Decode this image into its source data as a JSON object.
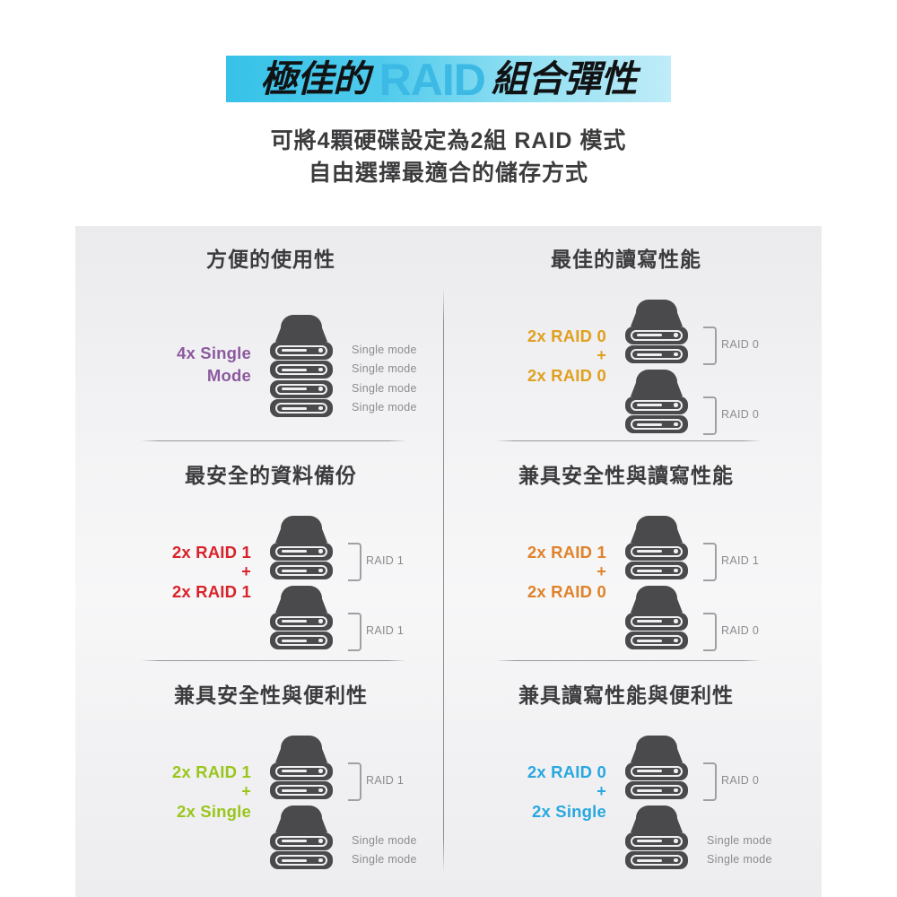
{
  "header": {
    "banner": {
      "prefix": "極佳的",
      "raid": "RAID",
      "suffix": "組合彈性"
    },
    "subtitle_line1": "可將4顆硬碟設定為2組 RAID 模式",
    "subtitle_line2": "自由選擇最適合的儲存方式"
  },
  "colors": {
    "banner_cyan": "#37c2e8",
    "raid_blue": "#3cb9e4",
    "purple": "#8b5a9e",
    "orange": "#e0a020",
    "red": "#d8232a",
    "green": "#9ac61c",
    "cyan": "#29a8e0",
    "panel_bg": "#f2f2f4",
    "device_dark": "#4a4a4c",
    "annot_gray": "#8c8c90"
  },
  "cells": [
    {
      "id": "convenient-usability",
      "title": "方便的使用性",
      "mode_label": "4x Single Mode",
      "mode_lines": [
        "4x Single",
        "Mode"
      ],
      "label_color": "#8b5a9e",
      "has_plus": false,
      "groups": [
        {
          "bays": 4,
          "bracket": false,
          "annotations": [
            "Single mode",
            "Single mode",
            "Single mode",
            "Single mode"
          ]
        }
      ]
    },
    {
      "id": "best-read-write-performance",
      "title": "最佳的讀寫性能",
      "mode_label": "2x RAID 0 + 2x RAID 0",
      "mode_lines": [
        "2x RAID 0",
        "2x RAID 0"
      ],
      "label_color": "#e0a020",
      "has_plus": true,
      "plus": "+",
      "groups": [
        {
          "bays": 2,
          "bracket": true,
          "bracket_label": "RAID 0"
        },
        {
          "bays": 2,
          "bracket": true,
          "bracket_label": "RAID 0"
        }
      ]
    },
    {
      "id": "safest-data-backup",
      "title": "最安全的資料備份",
      "mode_label": "2x RAID 1 + 2x RAID 1",
      "mode_lines": [
        "2x RAID 1",
        "2x RAID 1"
      ],
      "label_color": "#d8232a",
      "has_plus": true,
      "plus": "+",
      "groups": [
        {
          "bays": 2,
          "bracket": true,
          "bracket_label": "RAID 1"
        },
        {
          "bays": 2,
          "bracket": true,
          "bracket_label": "RAID 1"
        }
      ]
    },
    {
      "id": "safety-and-performance",
      "title": "兼具安全性與讀寫性能",
      "mode_label": "2x RAID 1 + 2x RAID 0",
      "mode_lines": [
        "2x RAID 1",
        "2x RAID 0"
      ],
      "label_color": "#e0822a",
      "has_plus": true,
      "plus": "+",
      "groups": [
        {
          "bays": 2,
          "bracket": true,
          "bracket_label": "RAID 1"
        },
        {
          "bays": 2,
          "bracket": true,
          "bracket_label": "RAID 0"
        }
      ]
    },
    {
      "id": "safety-and-convenience",
      "title": "兼具安全性與便利性",
      "mode_label": "2x RAID 1 + 2x Single",
      "mode_lines": [
        "2x RAID 1",
        "2x Single"
      ],
      "label_color": "#9ac61c",
      "has_plus": true,
      "plus": "+",
      "groups": [
        {
          "bays": 2,
          "bracket": true,
          "bracket_label": "RAID 1"
        },
        {
          "bays": 2,
          "bracket": false,
          "annotations": [
            "Single mode",
            "Single mode"
          ]
        }
      ]
    },
    {
      "id": "performance-and-convenience",
      "title": "兼具讀寫性能與便利性",
      "mode_label": "2x RAID 0 + 2x Single",
      "mode_lines": [
        "2x RAID 0",
        "2x Single"
      ],
      "label_color": "#29a8e0",
      "has_plus": true,
      "plus": "+",
      "groups": [
        {
          "bays": 2,
          "bracket": true,
          "bracket_label": "RAID 0"
        },
        {
          "bays": 2,
          "bracket": false,
          "annotations": [
            "Single mode",
            "Single mode"
          ]
        }
      ]
    }
  ]
}
